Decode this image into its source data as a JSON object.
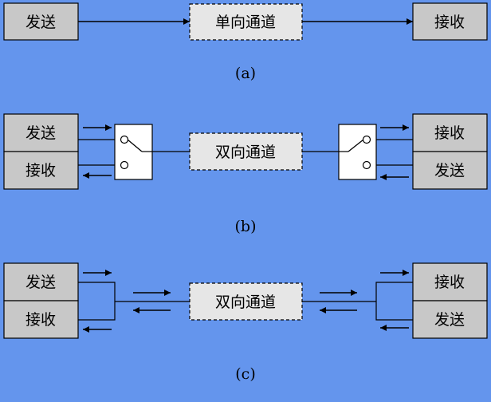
{
  "colors": {
    "background": "#6495ED",
    "box_fill": "#C8C8C8",
    "channel_fill": "#E6E6E6",
    "switch_fill": "#FFFFFF",
    "line": "#000000"
  },
  "diagram_a": {
    "sender": "发送",
    "channel": "单向通道",
    "receiver": "接收",
    "caption": "(a)"
  },
  "diagram_b": {
    "left_top": "发送",
    "left_bottom": "接收",
    "channel": "双向通道",
    "right_top": "接收",
    "right_bottom": "发送",
    "caption": "(b)"
  },
  "diagram_c": {
    "left_top": "发送",
    "left_bottom": "接收",
    "channel": "双向通道",
    "right_top": "接收",
    "right_bottom": "发送",
    "caption": "(c)"
  }
}
